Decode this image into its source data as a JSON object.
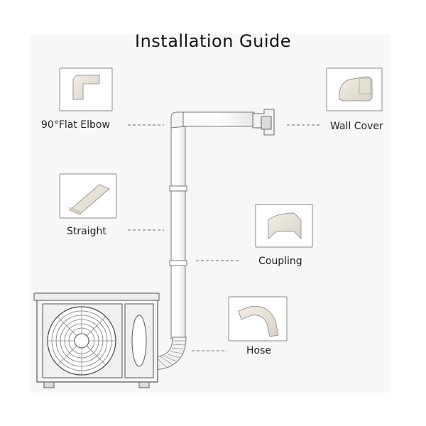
{
  "title": "Installation Guide",
  "parts": [
    {
      "id": "elbow",
      "label": "90°Flat Elbow",
      "icon": "flat-elbow-icon"
    },
    {
      "id": "wallcover",
      "label": "Wall Cover",
      "icon": "wall-cover-icon"
    },
    {
      "id": "straight",
      "label": "Straight",
      "icon": "straight-duct-icon"
    },
    {
      "id": "coupling",
      "label": "Coupling",
      "icon": "coupling-icon"
    },
    {
      "id": "hose",
      "label": "Hose",
      "icon": "hose-icon"
    }
  ],
  "colors": {
    "background": "#f6f6f6",
    "part": "#ece8dd",
    "outline": "#555555",
    "unit": "#f2f2f2"
  }
}
